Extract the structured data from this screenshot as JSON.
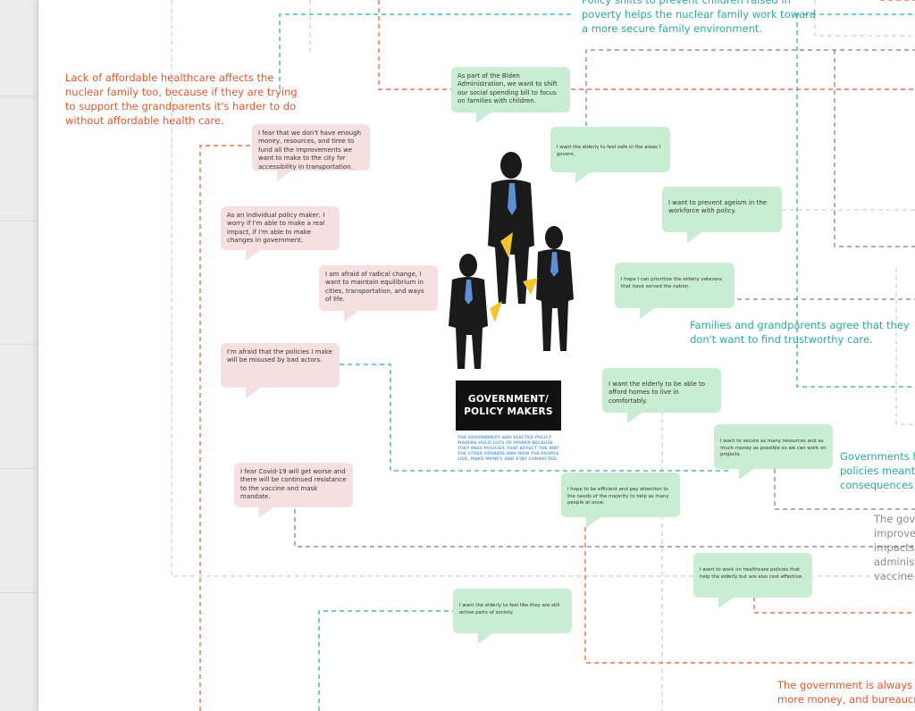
{
  "notes": {
    "top_teal": "Policy shifts to prevent children raised in\npoverty helps the nuclear family work toward\na more secure family environment.",
    "left_red": "Lack of affordable healthcare affects the\nnuclear family too, because if they are trying\nto support the grandparents it's harder to do\nwithout affordable health care.",
    "mid_teal": "Families and grandparents agree that they\ndon't want to find trustworthy care.",
    "right_teal": "Governments ha\npolicies meant fo\nconsequences be",
    "right_gray": "The gove\nimprove,\nimpacts f\nadminist\nvaccine a",
    "bottom_red": "The government is always scra\nmore money, and bureaucrac"
  },
  "bubbles_pink": [
    "I fear that we don't have enough money, resources, and time to fund all the improvements we want to make to the city for accessibility in transportation.",
    "As an individual policy maker, I worry if I'm able to make a real impact, if I'm able to make changes in government.",
    "I am afraid of radical change, I want to maintain equilibrium in cities, transportation, and ways of life.",
    "I'm afraid that the policies I make will be misused by bad actors.",
    "I fear Covid-19 will get worse and there will be continued resistance to the vaccine and mask mandate."
  ],
  "bubbles_green": [
    "As part of the Biden Administration, we want to shift our social spending bill to focus on families with children.",
    "I want the elderly to feel safe in the areas I govern.",
    "I want to prevent ageism in the workforce with policy.",
    "I hope I can prioritize the elderly veterans that have served the nation.",
    "I want the elderly to be able to afford homes to live in comfortably.",
    "I want to secure as many resources and as much money as possible so we can work on projects.",
    "I hope to be efficient and pay attention to the needs of the majority to help as many people at once.",
    "I want to work on healthcare policies that help the elderly but are also cost effective.",
    "I want the elderly to feel like they are still active parts of society."
  ],
  "persona": {
    "title_line1": "GOVERNMENT/",
    "title_line2": "POLICY MAKERS",
    "description": "The government and elected policy makers hold lots of power because they pass policies that affect the way the cities operate and how the people live, make money, and stay connected."
  },
  "colors": {
    "red": "#e4572e",
    "teal": "#2aa9a0",
    "gray": "#8a8a8a",
    "pink_bubble": "#f6dfe0",
    "green_bubble": "#c8edd2"
  }
}
